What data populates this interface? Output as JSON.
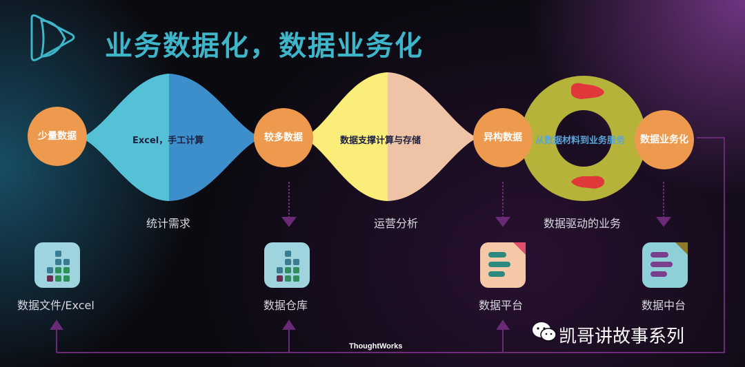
{
  "title": "业务数据化，数据业务化",
  "stages": [
    {
      "node": "少量数据",
      "lens": "Excel，手工计算",
      "need": "统计需求",
      "tool": "数据文件/Excel"
    },
    {
      "node": "较多数据",
      "lens": "数据支撑计算与存储",
      "need": "运营分析",
      "tool": "数据仓库"
    },
    {
      "node": "异构数据",
      "ring": "从数据材料到业务服务",
      "need": "数据驱动的业务",
      "tool": "数据平台"
    },
    {
      "node": "数据业务化",
      "tool": "数据中台"
    }
  ],
  "footer": {
    "thoughtworks": "ThoughtWorks",
    "brand": "凯哥讲故事系列"
  },
  "colors": {
    "title": "#3fb5c9",
    "node": "#ee9a4e",
    "lens1_left": "#55c1d7",
    "lens1_right": "#3d8fcc",
    "lens2_left": "#fbed7a",
    "lens2_right": "#efc3a6",
    "ring": "#b5b339",
    "arrow": "#6b2a78",
    "red_arrow": "#e0383a"
  }
}
